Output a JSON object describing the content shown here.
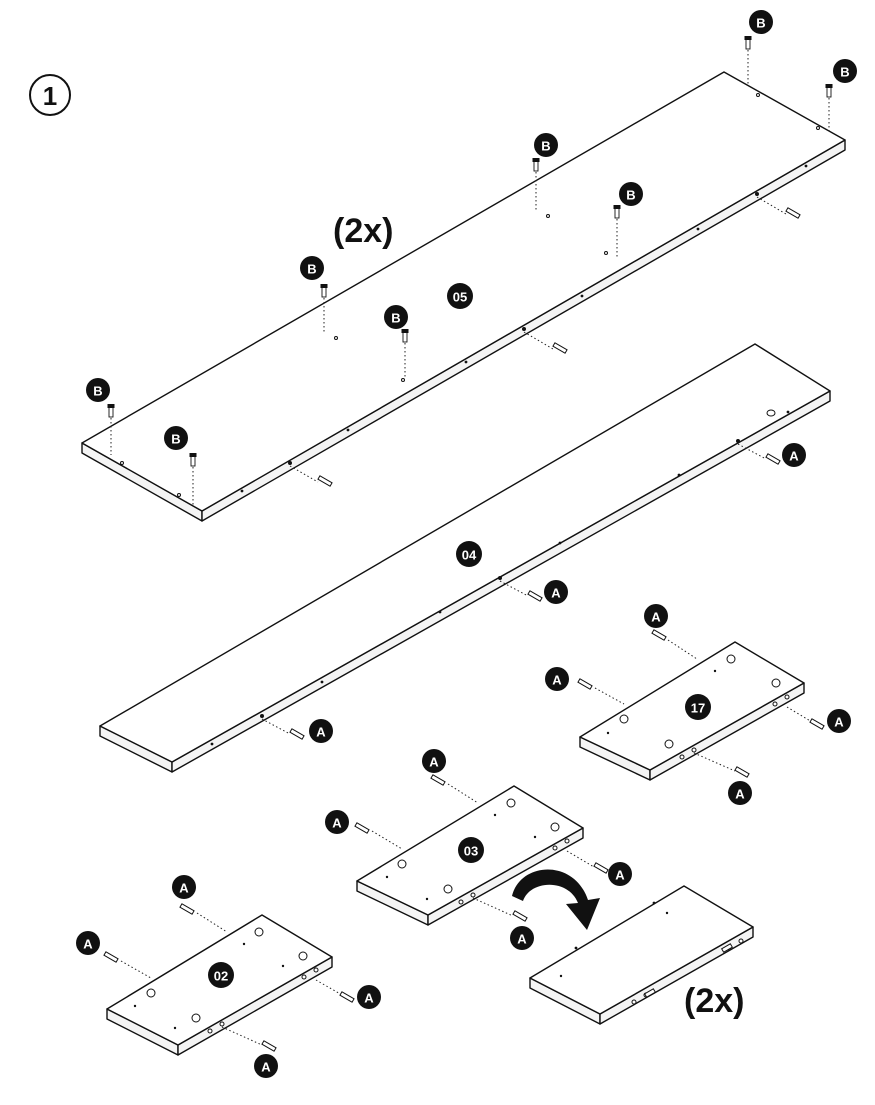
{
  "step": {
    "number": "1"
  },
  "quantities": {
    "top_panel": "(2x)",
    "bottom_panel": "(2x)"
  },
  "parts": {
    "panel_05": "05",
    "panel_04": "04",
    "panel_17": "17",
    "panel_03": "03",
    "panel_02": "02"
  },
  "hardware": {
    "dowel": "A",
    "screw": "B"
  },
  "colors": {
    "ink": "#111111",
    "paper": "#ffffff"
  }
}
